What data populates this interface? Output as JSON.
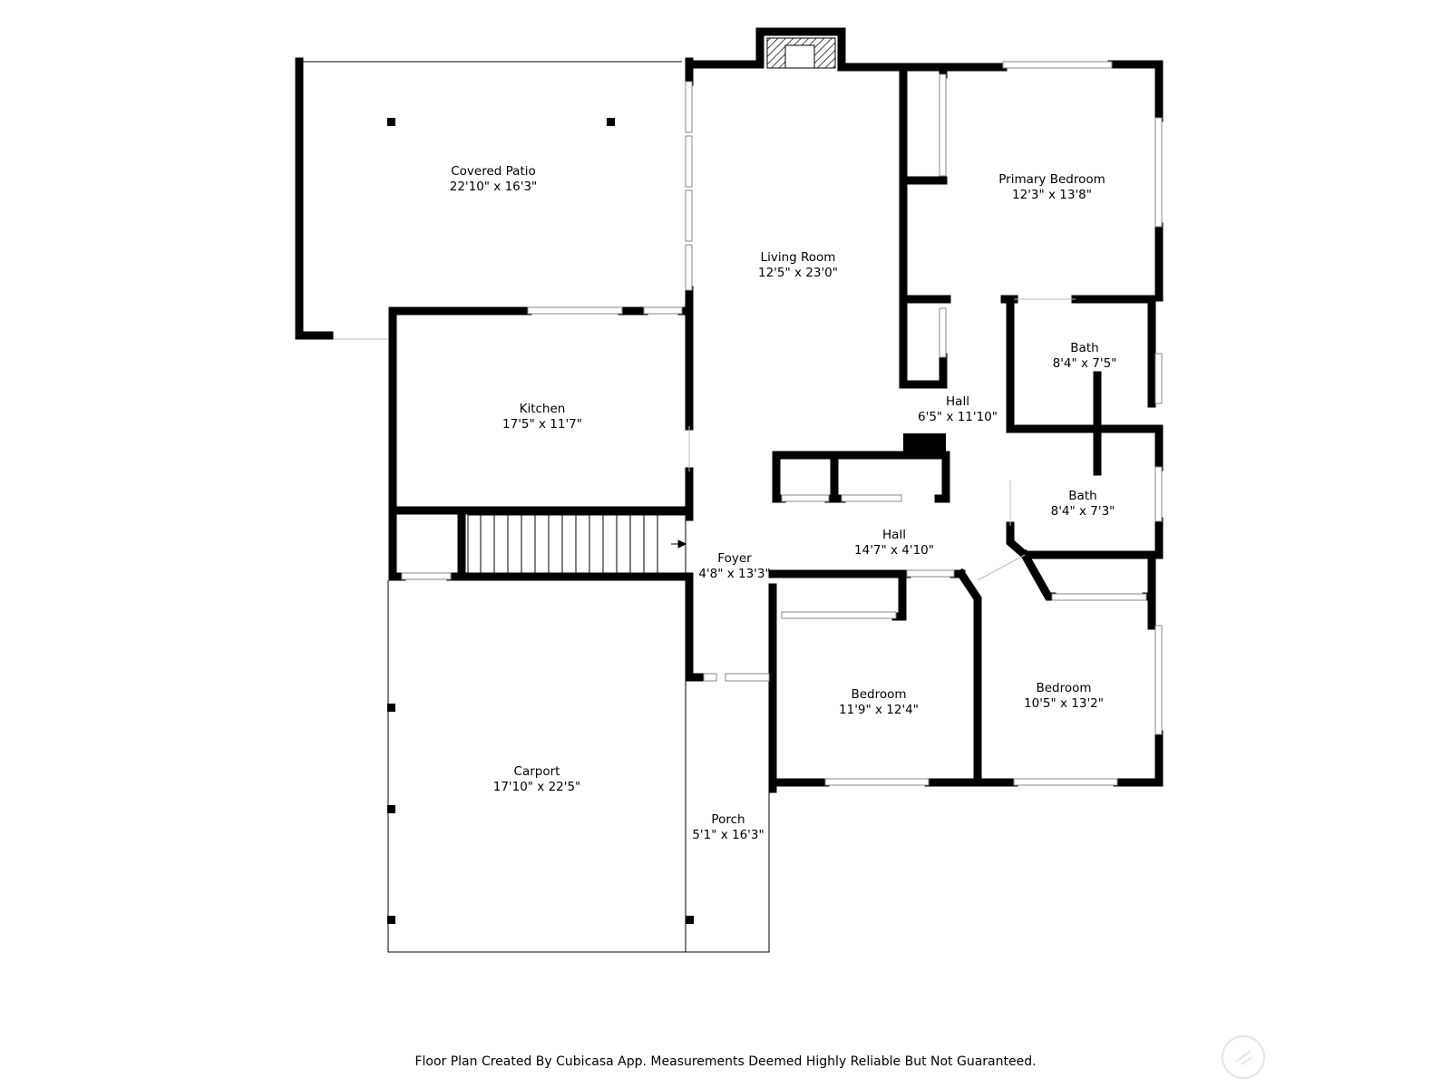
{
  "rooms": {
    "covered_patio": {
      "name": "Covered Patio",
      "dims": "22'10\" x 16'3\""
    },
    "living_room": {
      "name": "Living Room",
      "dims": "12'5\" x 23'0\""
    },
    "primary_bedroom": {
      "name": "Primary Bedroom",
      "dims": "12'3\" x 13'8\""
    },
    "kitchen": {
      "name": "Kitchen",
      "dims": "17'5\" x 11'7\""
    },
    "bath_upper": {
      "name": "Bath",
      "dims": "8'4\" x 7'5\""
    },
    "hall_upper": {
      "name": "Hall",
      "dims": "6'5\" x 11'10\""
    },
    "bath_lower": {
      "name": "Bath",
      "dims": "8'4\" x 7'3\""
    },
    "hall_lower": {
      "name": "Hall",
      "dims": "14'7\" x 4'10\""
    },
    "foyer": {
      "name": "Foyer",
      "dims": "4'8\" x 13'3\""
    },
    "bedroom_center": {
      "name": "Bedroom",
      "dims": "11'9\" x 12'4\""
    },
    "bedroom_right": {
      "name": "Bedroom",
      "dims": "10'5\" x 13'2\""
    },
    "carport": {
      "name": "Carport",
      "dims": "17'10\" x 22'5\""
    },
    "porch": {
      "name": "Porch",
      "dims": "5'1\" x 16'3\""
    }
  },
  "footer": {
    "disclaimer": "Floor Plan Created By Cubicasa App. Measurements Deemed Highly Reliable But Not Guaranteed."
  },
  "colors": {
    "wall": "#000000",
    "background": "#ffffff",
    "window": "#bbbbbb"
  }
}
